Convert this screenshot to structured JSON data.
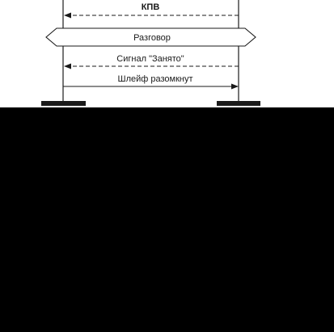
{
  "messages": {
    "kpv": "КПВ",
    "conversation": "Разговор",
    "busy_signal": "Сигнал \"Занято\"",
    "loop_open": "Шлейф разомкнут"
  },
  "colors": {
    "background": "#000000",
    "diagram_bg": "#ffffff",
    "ink": "#1a1a1a"
  }
}
